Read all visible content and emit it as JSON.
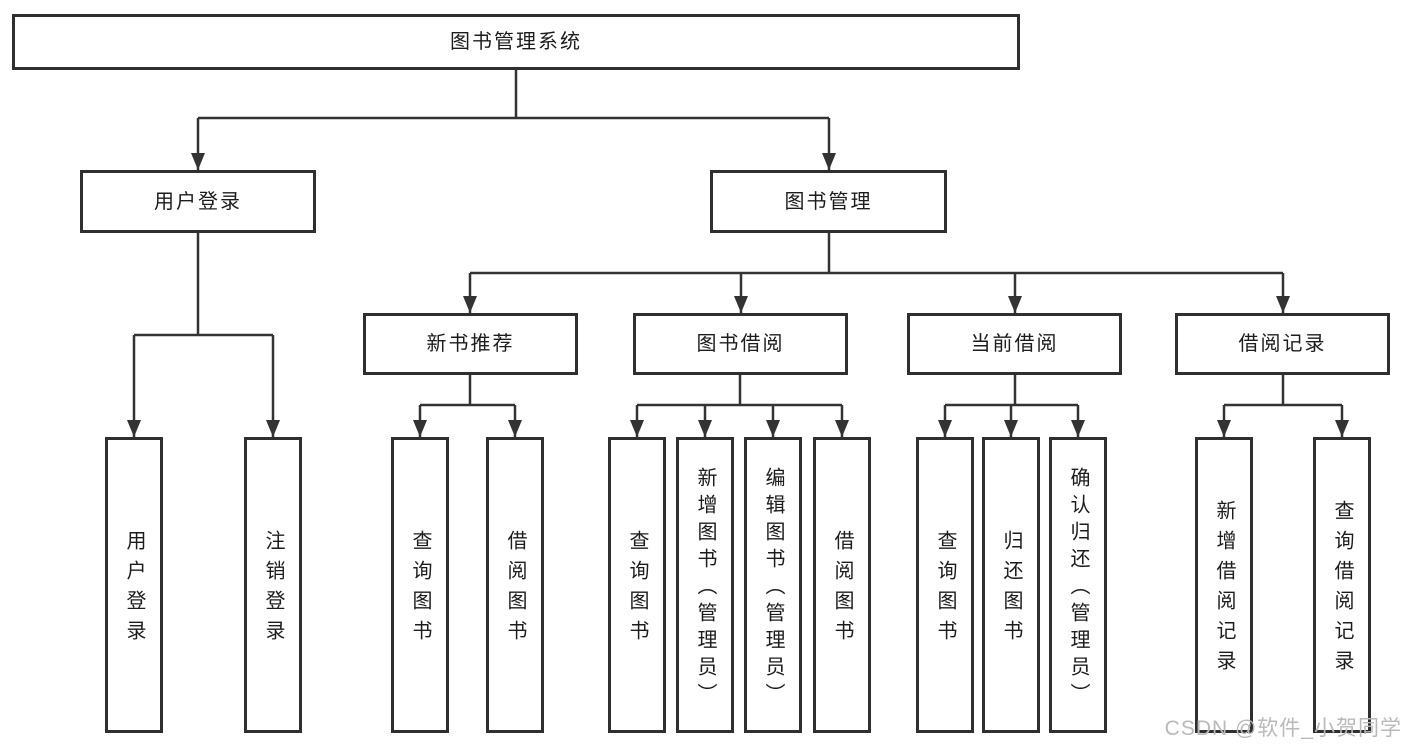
{
  "diagram": {
    "title": "图书管理系统",
    "type": "functional-structure-tree"
  },
  "colors": {
    "background": "#ffffff",
    "box_border": "#2f2f2f",
    "connector_line": "#333333",
    "text": "#1c1c1c",
    "watermark": "#b9b9b9"
  },
  "watermark": {
    "text": "CSDN @软件_小贺同学"
  },
  "nodes": {
    "root": {
      "label": "图书管理系统"
    },
    "user_login": {
      "label": "用户登录"
    },
    "book_management": {
      "label": "图书管理"
    },
    "new_book_recommend": {
      "label": "新书推荐"
    },
    "book_borrowing": {
      "label": "图书借阅"
    },
    "current_borrowing": {
      "label": "当前借阅"
    },
    "borrow_records": {
      "label": "借阅记录"
    },
    "leaf_user_login": {
      "label": "用户登录"
    },
    "leaf_logout": {
      "label": "注销登录"
    },
    "leaf_recommend_query_books": {
      "label": "查询图书"
    },
    "leaf_recommend_borrow_books": {
      "label": "借阅图书"
    },
    "leaf_borrowing_query_books": {
      "label": "查询图书"
    },
    "leaf_borrowing_add_books": {
      "label": "新增图书（管理员）"
    },
    "leaf_borrowing_edit_books": {
      "label": "编辑图书（管理员）"
    },
    "leaf_borrowing_borrow_books": {
      "label": "借阅图书"
    },
    "leaf_current_query_books": {
      "label": "查询图书"
    },
    "leaf_current_return_books": {
      "label": "归还图书"
    },
    "leaf_current_confirm_return": {
      "label": "确认归还（管理员）"
    },
    "leaf_records_add_record": {
      "label": "新增借阅记录"
    },
    "leaf_records_query_record": {
      "label": "查询借阅记录"
    }
  },
  "hierarchy": {
    "图书管理系统": [
      "用户登录",
      "图书管理"
    ],
    "用户登录": [
      "用户登录",
      "注销登录"
    ],
    "图书管理": [
      "新书推荐",
      "图书借阅",
      "当前借阅",
      "借阅记录"
    ],
    "新书推荐": [
      "查询图书",
      "借阅图书"
    ],
    "图书借阅": [
      "查询图书",
      "新增图书（管理员）",
      "编辑图书（管理员）",
      "借阅图书"
    ],
    "当前借阅": [
      "查询图书",
      "归还图书",
      "确认归还（管理员）"
    ],
    "借阅记录": [
      "新增借阅记录",
      "查询借阅记录"
    ]
  }
}
